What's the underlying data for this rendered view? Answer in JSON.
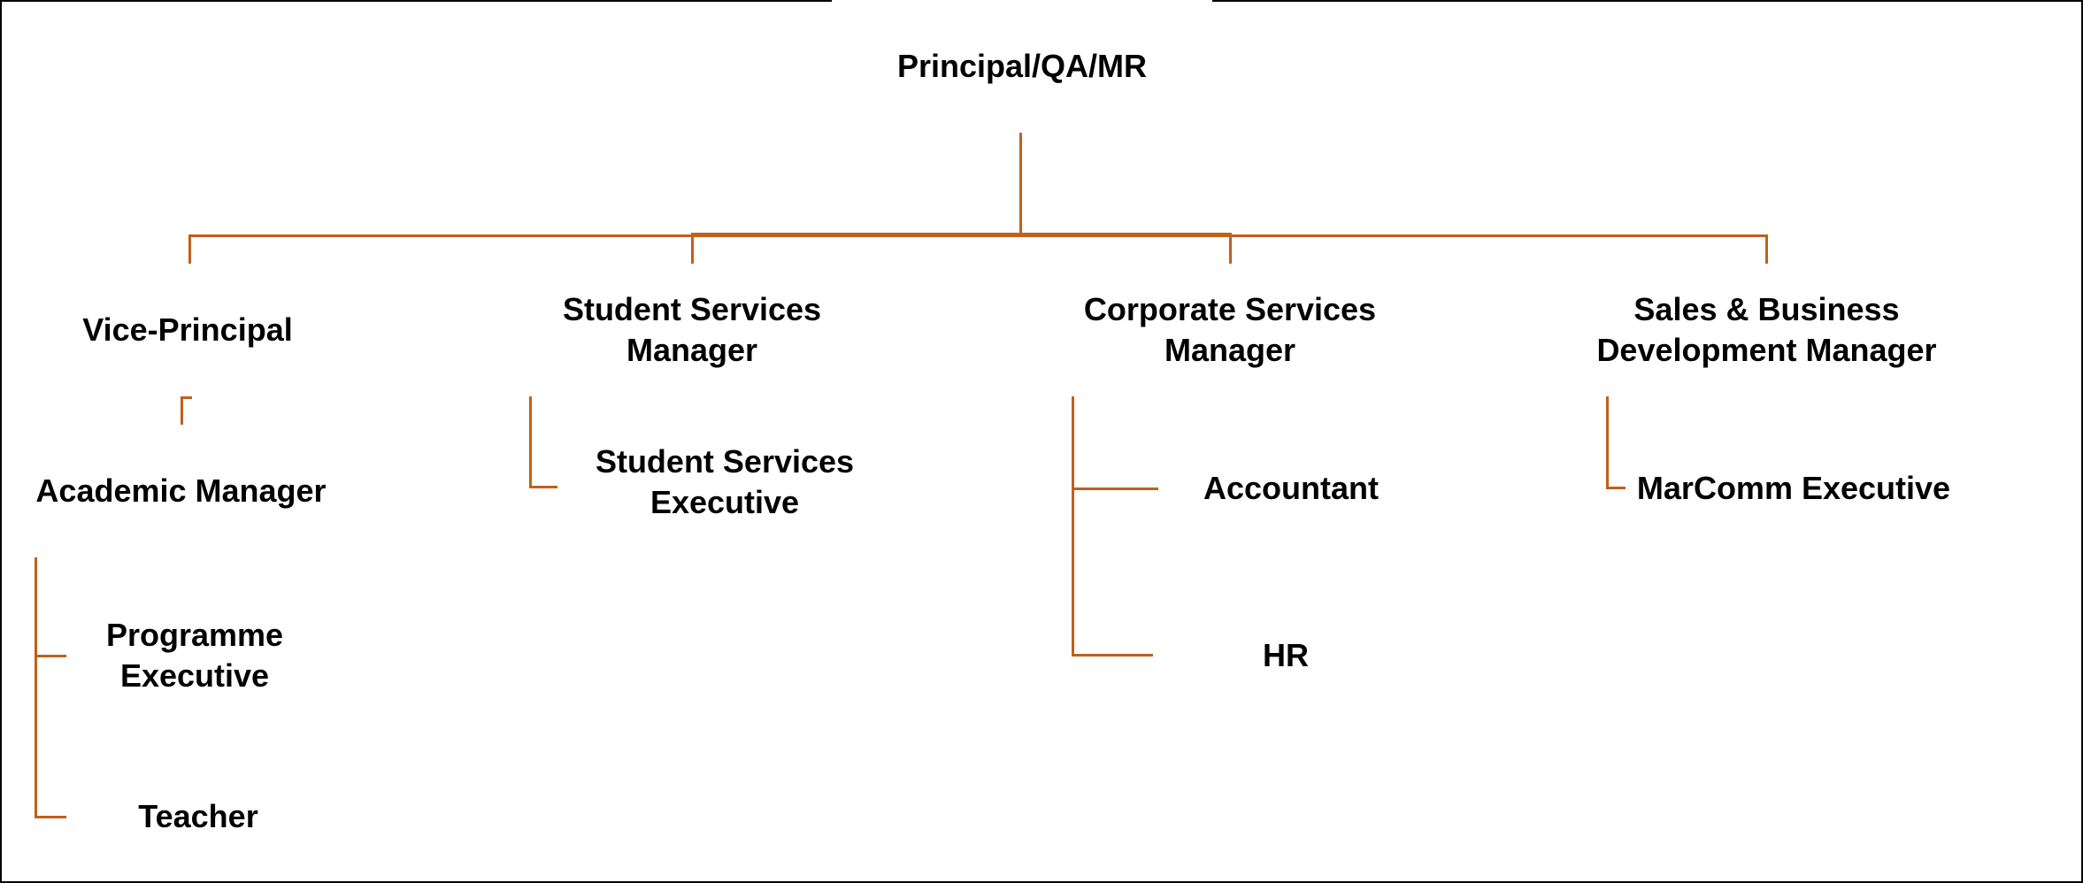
{
  "org_chart": {
    "line_color": "#c0601c",
    "root": {
      "label": "Principal/QA/MR"
    },
    "managers": [
      {
        "label": "Vice-Principal",
        "reports": [
          {
            "label": "Academic Manager",
            "reports": [
              {
                "label": "Programme\nExecutive"
              },
              {
                "label": "Teacher"
              }
            ]
          }
        ]
      },
      {
        "label": "Student Services\nManager",
        "reports": [
          {
            "label": "Student Services\nExecutive"
          }
        ]
      },
      {
        "label": "Corporate Services\nManager",
        "reports": [
          {
            "label": "Accountant"
          },
          {
            "label": "HR"
          }
        ]
      },
      {
        "label": "Sales & Business\nDevelopment Manager",
        "reports": [
          {
            "label": "MarComm Executive"
          }
        ]
      }
    ]
  }
}
